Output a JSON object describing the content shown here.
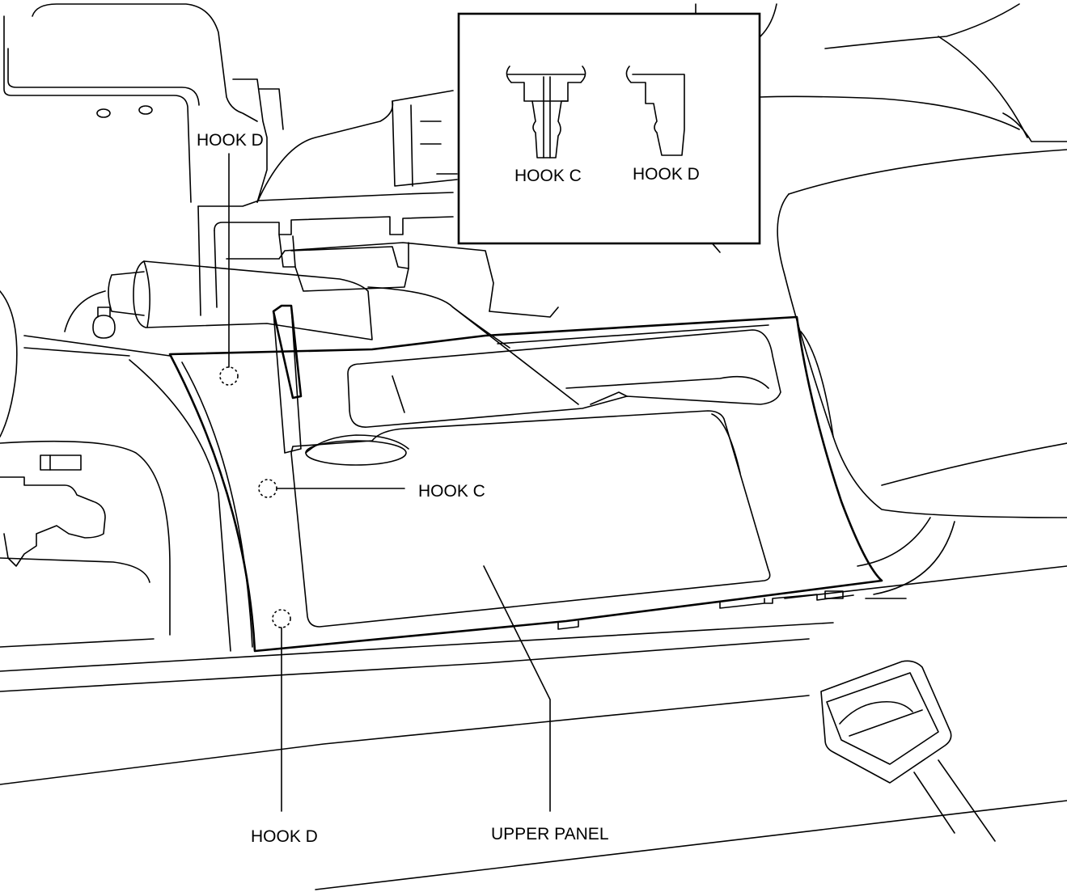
{
  "labels": {
    "hook_d_top": "HOOK D",
    "hook_c": "HOOK C",
    "hook_d_bottom": "HOOK D",
    "upper_panel": "UPPER PANEL"
  },
  "inset": {
    "hook_c_label": "HOOK C",
    "hook_d_label": "HOOK D"
  }
}
